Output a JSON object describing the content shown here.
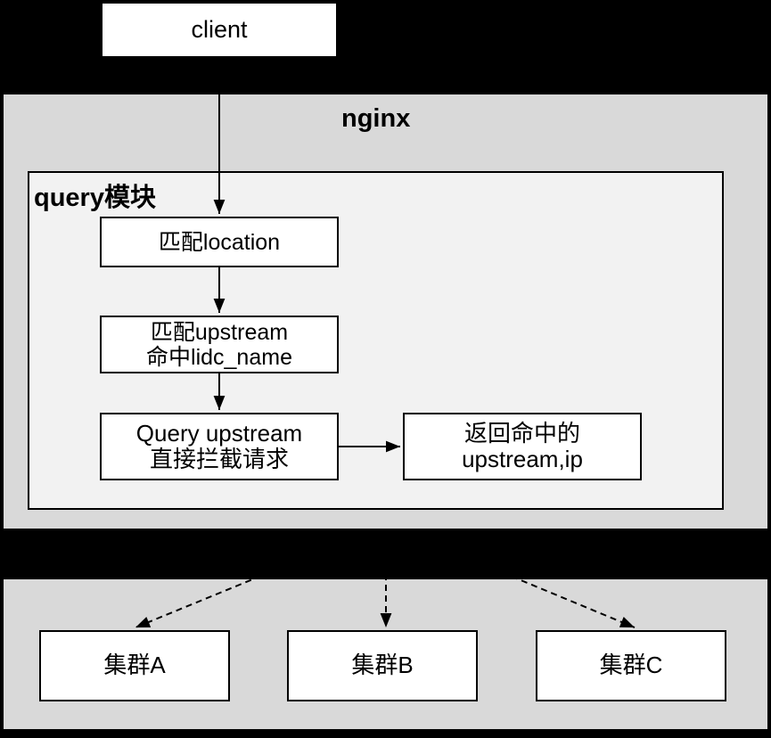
{
  "diagram": {
    "title_client": "client",
    "nginx": {
      "title": "nginx",
      "query_module": {
        "title": "query模块",
        "steps": [
          {
            "id": "match-location",
            "label": "匹配location"
          },
          {
            "id": "match-upstream",
            "label": "匹配upstream\n命中lidc_name"
          },
          {
            "id": "query-upstream",
            "label": "Query upstream\n直接拦截请求"
          },
          {
            "id": "return-upstream",
            "label": "返回命中的\nupstream,ip"
          }
        ]
      }
    },
    "clusters": [
      {
        "id": "cluster-a",
        "label": "集群A"
      },
      {
        "id": "cluster-b",
        "label": "集群B"
      },
      {
        "id": "cluster-c",
        "label": "集群C"
      }
    ],
    "colors": {
      "background": "#000000",
      "panel_fill": "#d9d9d9",
      "inner_panel_fill": "#f2f2f2",
      "node_fill": "#ffffff",
      "stroke": "#000000"
    },
    "connectors": [
      {
        "name": "client-to-match-location",
        "style": "solid",
        "arrow": true
      },
      {
        "name": "match-location-to-match-upstream",
        "style": "solid",
        "arrow": true
      },
      {
        "name": "match-upstream-to-query-upstream",
        "style": "solid",
        "arrow": true
      },
      {
        "name": "query-upstream-to-return-upstream",
        "style": "solid",
        "arrow": true
      },
      {
        "name": "nginx-to-cluster-a",
        "style": "dashed",
        "arrow": true
      },
      {
        "name": "nginx-to-cluster-b",
        "style": "dashed",
        "arrow": true
      },
      {
        "name": "nginx-to-cluster-c",
        "style": "dashed",
        "arrow": true
      }
    ]
  }
}
